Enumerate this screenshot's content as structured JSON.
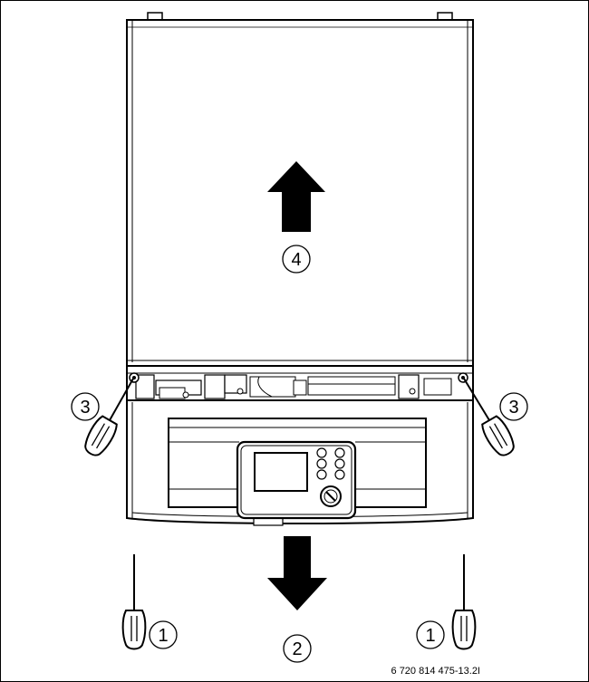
{
  "callouts": {
    "c1_left": "1",
    "c1_right": "1",
    "c2": "2",
    "c3_left": "3",
    "c3_right": "3",
    "c4": "4"
  },
  "figure_id": "6 720 814 475-13.2I",
  "icons": {
    "arrow_up": "arrow-up-icon",
    "arrow_down": "arrow-down-icon",
    "screwdriver": "screwdriver-icon"
  }
}
